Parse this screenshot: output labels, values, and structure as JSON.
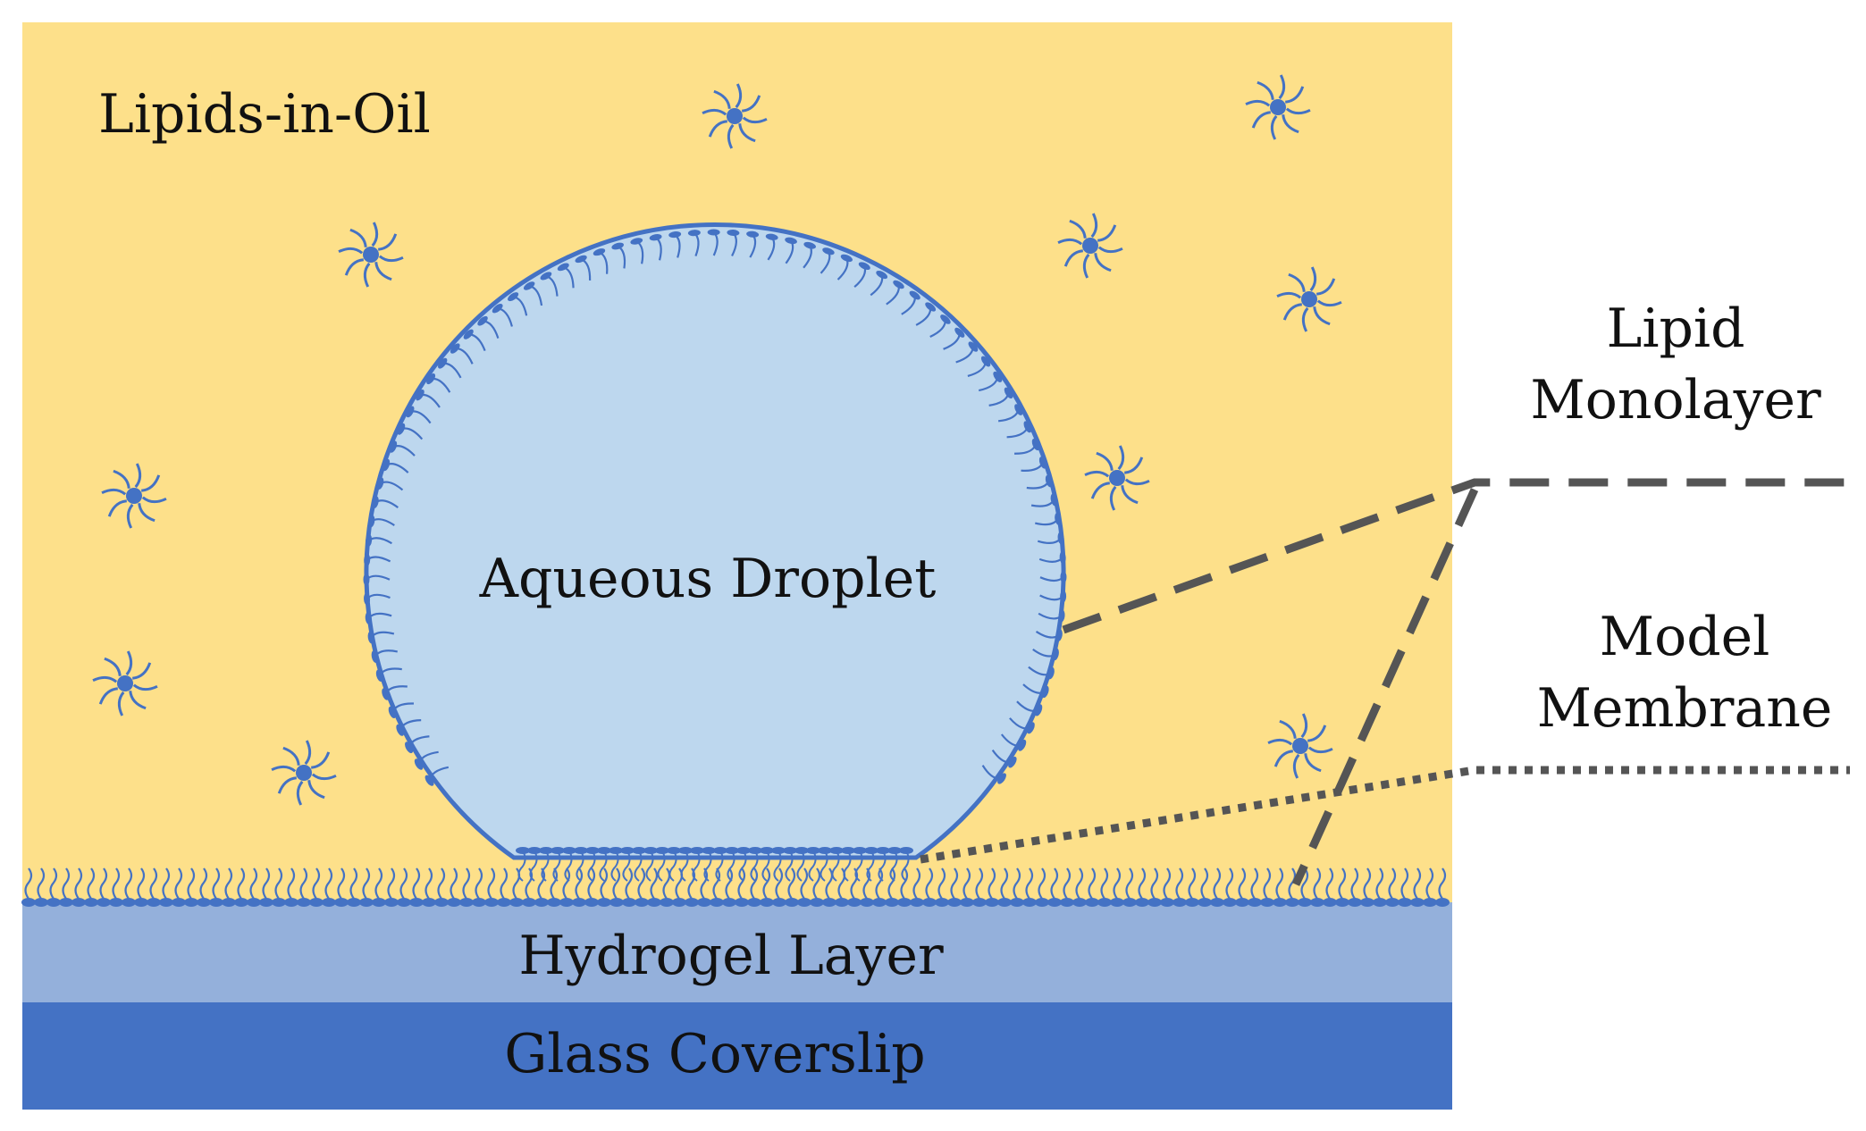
{
  "labels": {
    "oil": "Lipids-in-Oil",
    "droplet": "Aqueous Droplet",
    "hydrogel": "Hydrogel Layer",
    "glass": "Glass Coverslip",
    "monolayer_line1": "Lipid",
    "monolayer_line2": "Monolayer",
    "membrane_line1": "Model",
    "membrane_line2": "Membrane"
  },
  "colors": {
    "oil": "#fde08a",
    "droplet": "#bdd7ee",
    "hydrogel": "#94b0db",
    "glass": "#4472c4",
    "lipid": "#4472c4",
    "leader": "#555555"
  }
}
